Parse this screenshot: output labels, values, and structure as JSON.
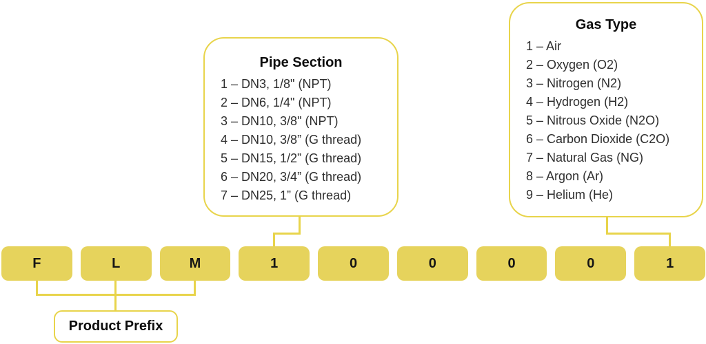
{
  "colors": {
    "yellow_fill": "#e6d35c",
    "yellow_line": "#e8d44b"
  },
  "callouts": {
    "pipe_section": {
      "title": "Pipe Section",
      "items": [
        "1 – DN3, 1/8\" (NPT)",
        "2 – DN6, 1/4\" (NPT)",
        "3 – DN10, 3/8\" (NPT)",
        "4 – DN10, 3/8” (G thread)",
        "5 – DN15, 1/2” (G thread)",
        "6 – DN20, 3/4” (G thread)",
        "7 – DN25, 1” (G thread)"
      ]
    },
    "gas_type": {
      "title": "Gas Type",
      "items": [
        "1 – Air",
        "2 – Oxygen (O2)",
        "3 – Nitrogen (N2)",
        "4 – Hydrogen (H2)",
        "5 – Nitrous Oxide (N2O)",
        "6 – Carbon Dioxide (C2O)",
        "7 – Natural Gas (NG)",
        "8 – Argon (Ar)",
        "9 – Helium (He)"
      ]
    }
  },
  "code_boxes": [
    "F",
    "L",
    "M",
    "1",
    "0",
    "0",
    "0",
    "0",
    "1"
  ],
  "labels": {
    "product_prefix": "Product Prefix"
  }
}
